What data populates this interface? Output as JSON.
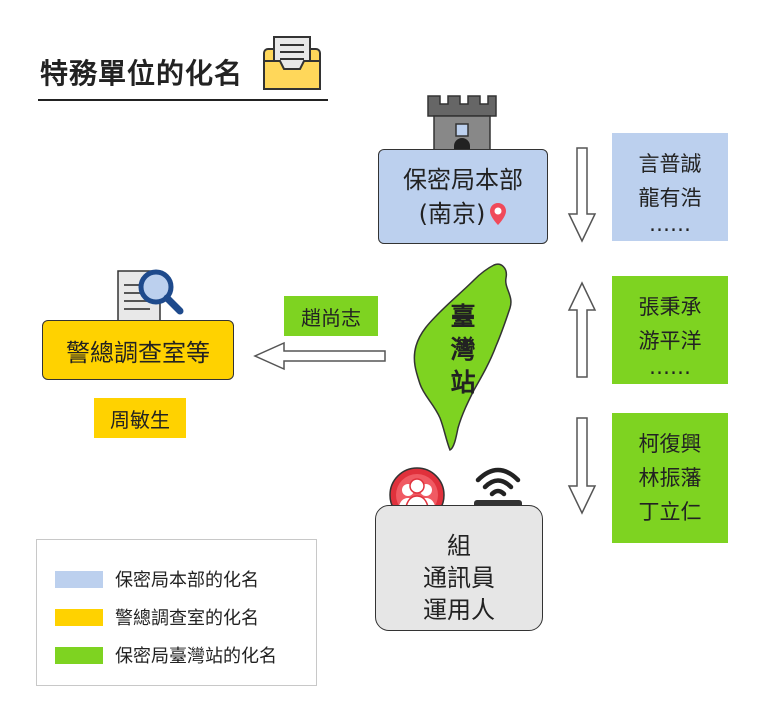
{
  "title": "特務單位的化名",
  "headquarters": {
    "line1": "保密局本部",
    "line2": "(南京)"
  },
  "taiwan_station": {
    "char1": "臺",
    "char2": "灣",
    "char3": "站"
  },
  "garrison": {
    "label": "警總調查室等"
  },
  "group": {
    "line1": "組",
    "line2": "通訊員",
    "line3": "運用人"
  },
  "alias_between": "趙尚志",
  "alias_garrison": "周敏生",
  "names_hq": {
    "n1": "言普誠",
    "n2": "龍有浩",
    "n3": "……"
  },
  "names_up": {
    "n1": "張秉承",
    "n2": "游平洋",
    "n3": "……"
  },
  "names_down": {
    "n1": "柯復興",
    "n2": "林振藩",
    "n3": "丁立仁"
  },
  "legend": {
    "blue": "保密局本部的化名",
    "yellow": "警總調查室的化名",
    "green": "保密局臺灣站的化名"
  },
  "colors": {
    "blue": "#bcd0ee",
    "yellow": "#ffd200",
    "green": "#7ed321",
    "gray": "#e6e6e6"
  }
}
